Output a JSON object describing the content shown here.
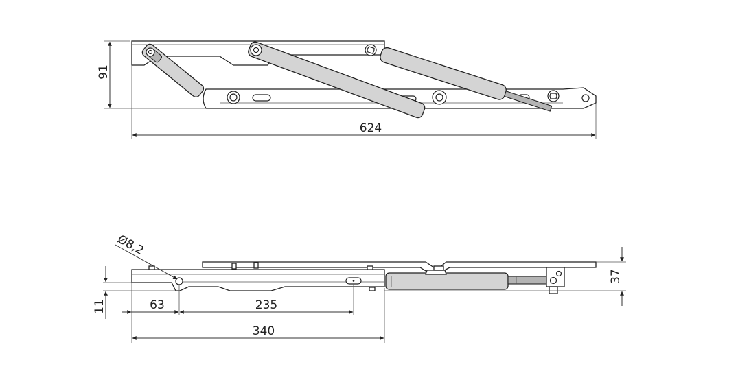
{
  "dimensions": {
    "top_view": {
      "height": "91",
      "length": "624"
    },
    "side_view": {
      "hole_diameter": "Ø8,2",
      "height_total": "37",
      "offset_height": "11",
      "hole_offset": "63",
      "slot_distance": "235",
      "base_length": "340"
    }
  },
  "colors": {
    "line": "#222222",
    "strut_fill": "#d4d4d4",
    "rod_fill": "#b4b4b4"
  }
}
